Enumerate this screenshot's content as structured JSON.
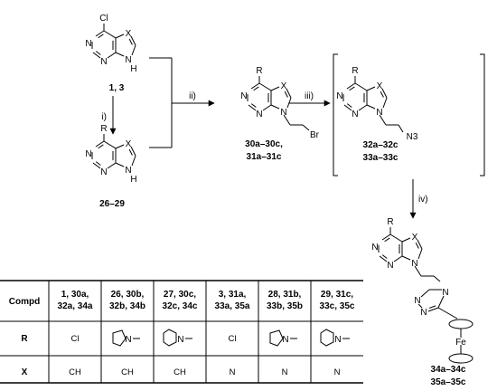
{
  "compounds": {
    "start": [
      "1, 3"
    ],
    "intermediate": [
      "26–29"
    ],
    "bromides": [
      "30a–30c,",
      "31a–31c"
    ],
    "azides": [
      "32a–32c",
      "33a–33c"
    ],
    "products": [
      "34a–34c",
      "35a–35c"
    ]
  },
  "steps": {
    "i": "i)",
    "ii": "ii)",
    "iii": "iii)",
    "iv": "iv)"
  },
  "atoms": {
    "Cl": "Cl",
    "R": "R",
    "X": "X",
    "N": "N",
    "H": "H",
    "Br": "Br",
    "N3": "N3",
    "Fe": "Fe"
  },
  "table": {
    "header_label": "Compd",
    "columns": [
      [
        "1, 30a,",
        "32a, 34a"
      ],
      [
        "26, 30b,",
        "32b, 34b"
      ],
      [
        "27, 30c,",
        "32c, 34c"
      ],
      [
        "3, 31a,",
        "33a, 35a"
      ],
      [
        "28, 31b,",
        "33b, 35b"
      ],
      [
        "29, 31c,",
        "33c, 35c"
      ]
    ],
    "rows": [
      {
        "label": "R",
        "cells": [
          "Cl",
          "pyrrolidin-1-yl",
          "piperidin-1-yl",
          "Cl",
          "pyrrolidin-1-yl",
          "piperidin-1-yl"
        ]
      },
      {
        "label": "X",
        "cells": [
          "CH",
          "CH",
          "CH",
          "N",
          "N",
          "N"
        ]
      }
    ]
  }
}
